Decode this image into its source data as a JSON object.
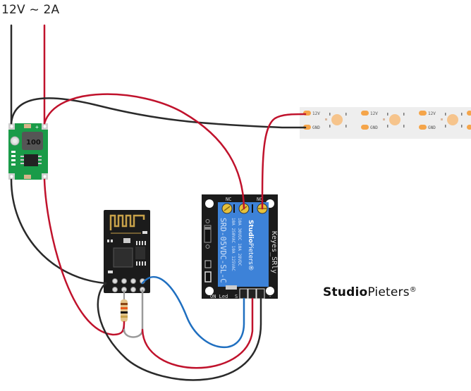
{
  "diagram": {
    "title": "12V ~ 2A",
    "brand": {
      "bold": "Studio",
      "regular": "Pieters",
      "mark": "®"
    },
    "colors": {
      "wire_red": "#c0122c",
      "wire_black": "#2a2a2a",
      "wire_blue": "#1f6fc0",
      "wire_gray": "#9a9a9a",
      "pcb_green": "#1a9b48",
      "pcb_black": "#1b1b1b",
      "relay_blue": "#3d82d8",
      "strip_bg": "#eeeeee",
      "led_pad": "#f5a54a",
      "led_body": "#f6c48c"
    },
    "components": {
      "buck_converter": {
        "inductor_label": "100",
        "plus_label": "+"
      },
      "led_strip": {
        "pad_top_label": "12V",
        "pad_bottom_label": "GND",
        "segments": 3
      },
      "relay": {
        "nc_label": "NC",
        "no_label": "NO",
        "part_number": "SRD-05VDC-SL-C",
        "rating_1": "10A 250VAC  10A 125VAC",
        "rating_2": "10A 30VDC  10A 28VDC",
        "brand_bold": "Studio",
        "brand_regular": "Pieters®",
        "module_name": "Keyes_SRly",
        "led_label": "ON_Led",
        "signal_label": "S",
        "minus_label": "-"
      },
      "esp8266": {
        "name": "ESP-01"
      },
      "resistor": {
        "bands": [
          "#8b4513",
          "#e85a1a",
          "#111111",
          "#c8a24a"
        ]
      }
    }
  }
}
